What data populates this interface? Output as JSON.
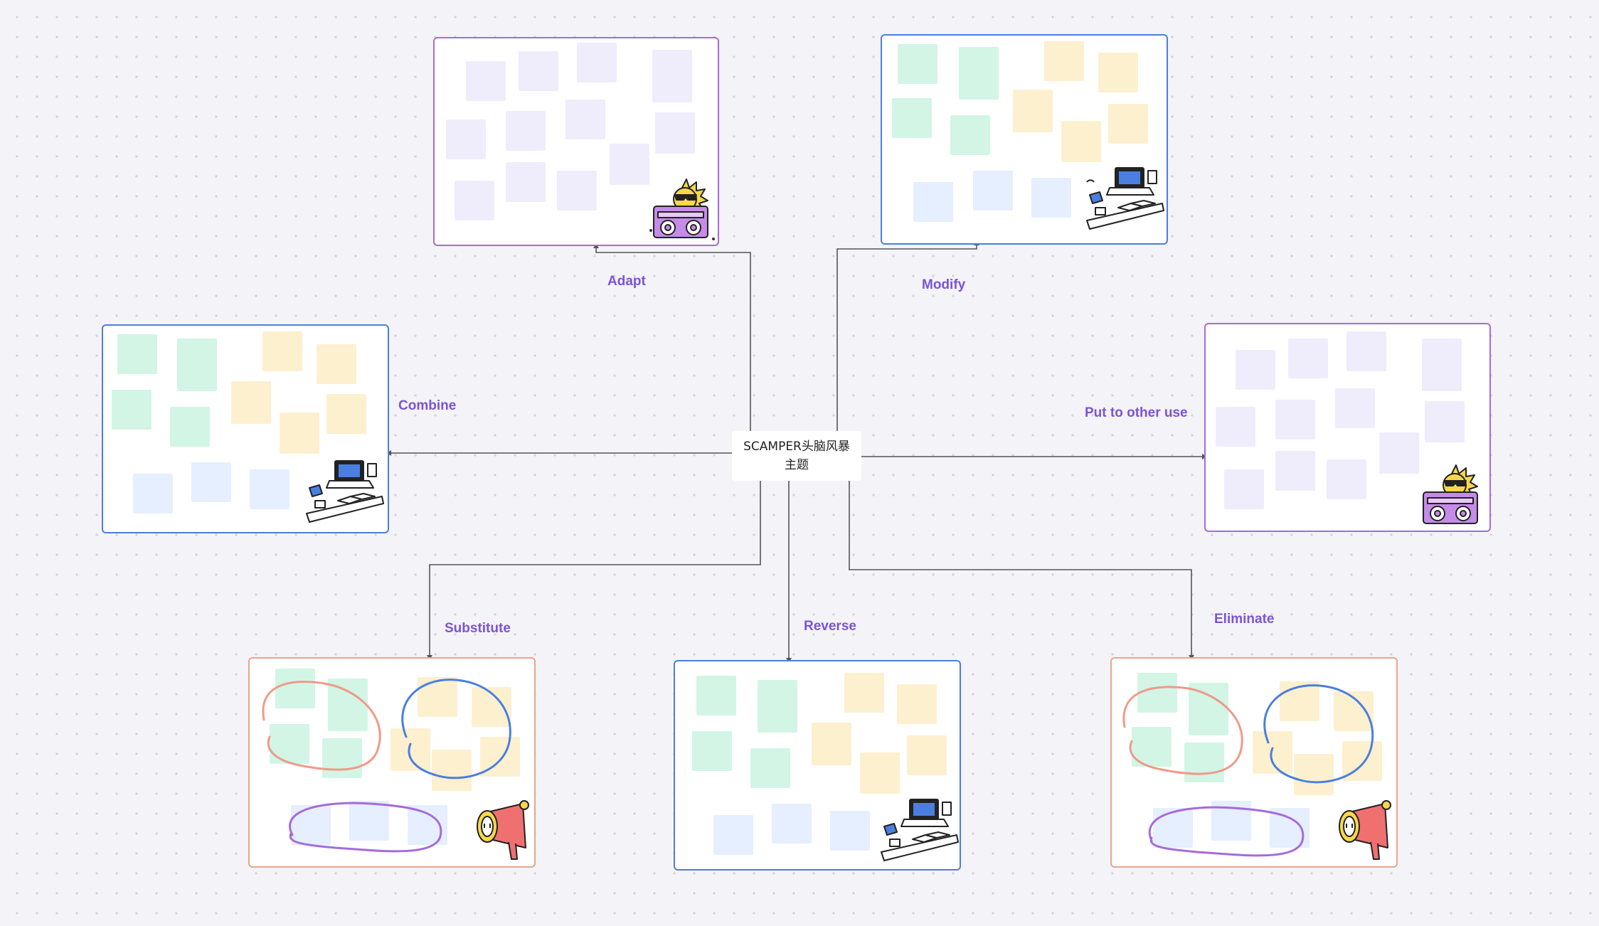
{
  "center_topic": "SCAMPER头脑风暴主题",
  "branches": {
    "adapt": "Adapt",
    "modify": "Modify",
    "combine": "Combine",
    "put_to_other_use": "Put to other use",
    "substitute": "Substitute",
    "reverse": "Reverse",
    "eliminate": "Eliminate"
  },
  "colors": {
    "branch_label": "#7b53d8",
    "connector": "#555555",
    "frame_purple": "#a66bd9",
    "frame_blue": "#4a7fe0",
    "frame_orange": "#eaa48e",
    "sticky_green": "#d2f5e6",
    "sticky_yellow": "#fdf0cf",
    "sticky_blue": "#e5efff",
    "sticky_lavender": "#efedfc"
  },
  "icons": [
    "sun-with-boombox-illustration",
    "laptop-desk-illustration",
    "megaphone-illustration"
  ]
}
